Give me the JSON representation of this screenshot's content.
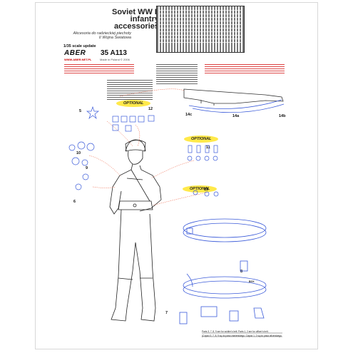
{
  "header": {
    "title_lines": [
      "Soviet WW II",
      "infantry",
      "accessories"
    ],
    "subtitle_lines": [
      "Akcesoria do radzieckiej piechoty",
      "II Wojna Światowa"
    ],
    "scale": "1/35 scale update",
    "brand": "ABER",
    "code": "35 A113",
    "url": "WWW.ABER.NET.PL",
    "made": "Made in Poland © 2006"
  },
  "labels": {
    "optional": "OPTIONAL",
    "box": "BOX"
  },
  "part_numbers": [
    "12",
    "5",
    "10",
    "9",
    "11",
    "6",
    "13",
    "14c",
    "14a",
    "14b",
    "8",
    "7"
  ],
  "footer": {
    "en": "Parts 3, 7, 8, 9 are for soldier's belt. Parts 1, 2 are for officer's belt.",
    "pl": "(Części 3, 7, 8, 9 są do pasa żołnierskiego. Części 1, 2 są do pasa oficerskiego)"
  }
}
